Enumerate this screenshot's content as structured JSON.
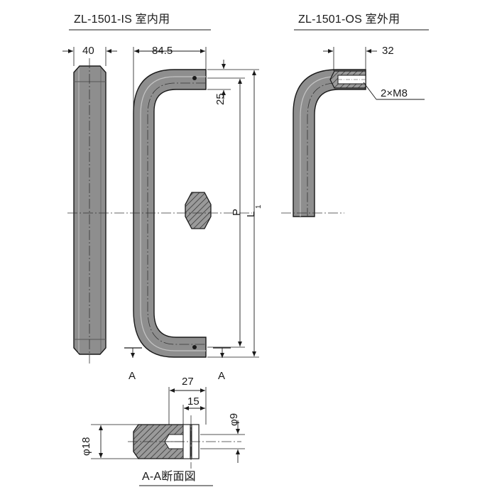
{
  "titles": {
    "indoor": "ZL-1501-IS 室内用",
    "outdoor": "ZL-1501-OS 室外用",
    "section": "A-A断面図"
  },
  "dimensions": {
    "width_40": "40",
    "depth_84_5": "84.5",
    "offset_25": "25",
    "pitch_p": "P",
    "length_l": "L",
    "length_l_sub": "1",
    "outdoor_32": "32",
    "thread": "2×M8",
    "sec_27": "27",
    "sec_15": "15",
    "sec_phi9": "φ9",
    "sec_phi18": "φ18"
  },
  "section_marks": {
    "left": "A",
    "right": "A"
  },
  "colors": {
    "body_fill": "#8c8c8c",
    "body_light": "#a8a8a8",
    "line": "#1a1a1a",
    "hatch": "#2a2a2a"
  }
}
